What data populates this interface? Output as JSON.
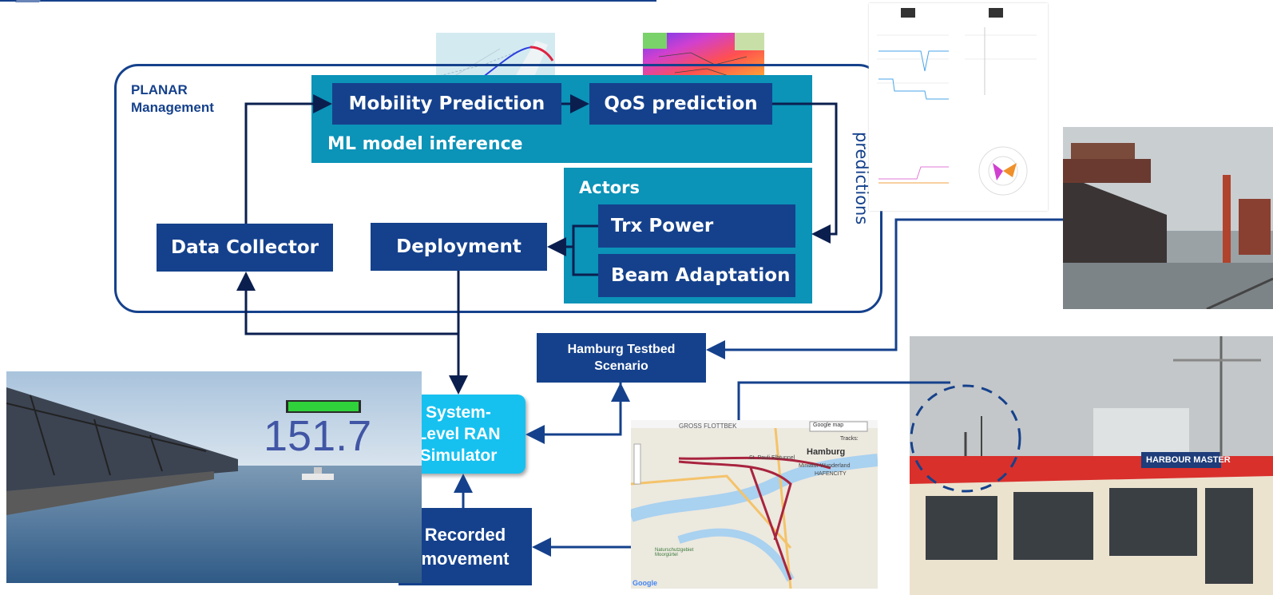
{
  "header_line_color": "#15418c",
  "planar": {
    "title_line1": "PLANAR",
    "title_line2": "Management"
  },
  "ml_inference": {
    "label": "ML model inference",
    "mobility_prediction": "Mobility Prediction",
    "qos_prediction": "QoS prediction"
  },
  "predictions_label": "predictions",
  "actors": {
    "label": "Actors",
    "trx_power": "Trx Power",
    "beam_adaptation": "Beam Adaptation"
  },
  "data_collector": "Data Collector",
  "deployment": "Deployment",
  "hamburg_testbed": {
    "line1": "Hamburg Testbed",
    "line2": "Scenario"
  },
  "simulator": {
    "line1": "System-",
    "line2": "Level RAN",
    "line3": "Simulator"
  },
  "recorded_movement": {
    "line1": "Recorded",
    "line2": "movement"
  },
  "sim_screenshot": {
    "speed_value": "151.7"
  },
  "map": {
    "places": [
      "GROSS FLOTTBEK",
      "Hamburg",
      "St. Pauli Elbtunnel",
      "Miniatur Wunderland",
      "HAFENCITY",
      "Naturschutzgebiet Moorgürtel",
      "Google"
    ],
    "tracks_label": "Tracks:",
    "map_type": "Google map"
  },
  "boat_photo": {
    "sign_text": "HARBOUR MASTER"
  },
  "colors": {
    "dark_blue": "#15418c",
    "teal": "#0b93b8",
    "simulator_cyan": "#16c1f0",
    "arrow": "#0b1f4f"
  }
}
